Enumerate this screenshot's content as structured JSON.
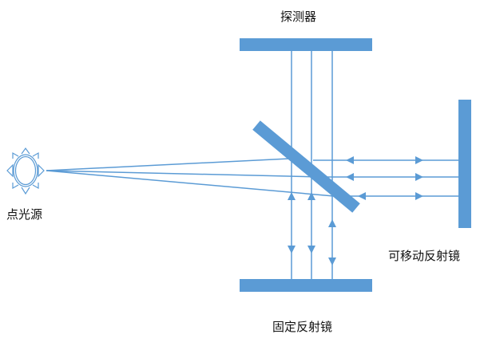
{
  "labels": {
    "detector": "探测器",
    "point_source": "点光源",
    "movable_mirror": "可移动反射镜",
    "fixed_mirror": "固定反射镜"
  },
  "colors": {
    "component": "#5b9bd5",
    "ray": "#5b9bd5"
  }
}
